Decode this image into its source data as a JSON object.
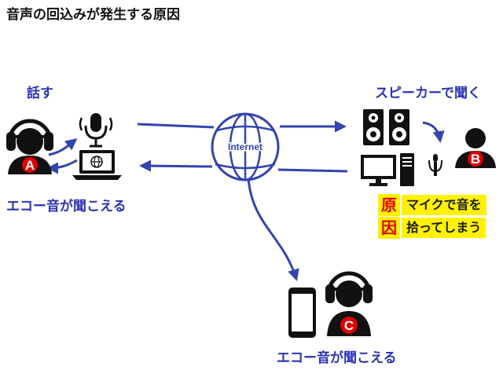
{
  "title": "音声の回込みが発生する原因",
  "speaker_label": "話す",
  "listener_label": "スピーカーで聞く",
  "echo_label_a": "エコー音が聞こえる",
  "echo_label_c": "エコー音が聞こえる",
  "cause": {
    "line1_badge": "原",
    "line2_badge": "因",
    "line1_text": "マイクで音を",
    "line2_text": "拾ってしまう"
  },
  "internet_label": "Internet",
  "persons": {
    "a": "A",
    "b": "B",
    "c": "C"
  },
  "colors": {
    "arrow": "#3344b0",
    "label_text": "#2a33b8",
    "person_badge": "#e00000",
    "badge_bg": "#fff200",
    "icon": "#111111"
  }
}
